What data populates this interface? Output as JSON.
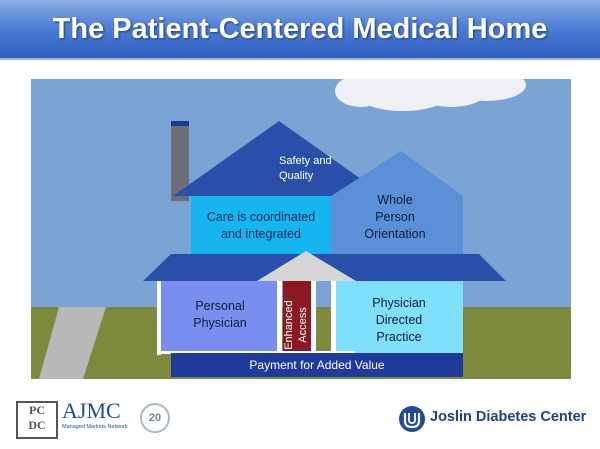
{
  "slide": {
    "title": "The Patient-Centered Medical Home"
  },
  "house": {
    "roof_top_line1": "Safety and",
    "roof_top_line2": "Quality",
    "coordinated_line1": "Care is coordinated",
    "coordinated_line2": "and integrated",
    "whole_line1": "Whole",
    "whole_line2": "Person",
    "whole_line3": "Orientation",
    "personal_line1": "Personal",
    "personal_line2": "Physician",
    "enhanced_line1": "Enhanced",
    "enhanced_line2": "Access",
    "directed_line1": "Physician",
    "directed_line2": "Directed",
    "directed_line3": "Practice",
    "foundation": "Payment for Added Value"
  },
  "footer": {
    "pcdc_line1": "PC",
    "pcdc_line2": "DC",
    "ajmc_name": "AJMC",
    "ajmc_tagline": "Managed Markets Network",
    "anniversary": "20",
    "joslin_name": "Joslin Diabetes Center"
  },
  "colors": {
    "sky": "#7ba4d4",
    "grass": "#7d8a3e",
    "roof_dark": "#2a4fa8",
    "wall_cyan": "#16b5f0",
    "whole_box": "#5b8fd6",
    "personal_box": "#7a8ef0",
    "directed_box": "#7ee0fa",
    "access_box": "#8a1a22",
    "foundation": "#1f3a9a"
  }
}
